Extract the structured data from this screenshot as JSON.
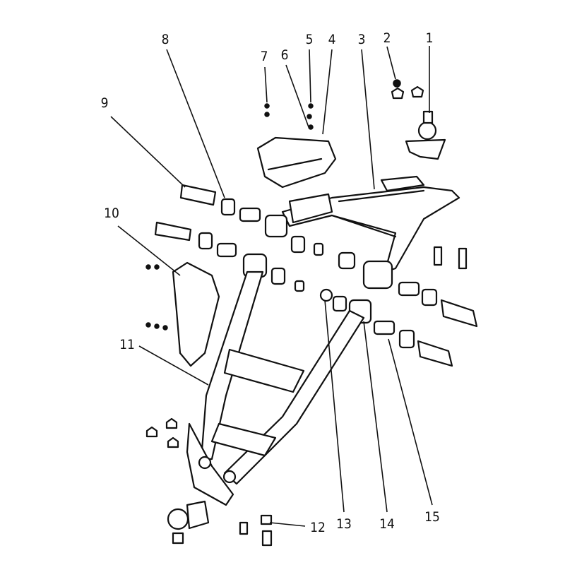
{
  "diagram": {
    "type": "exploded-parts-diagram",
    "callouts": [
      "1",
      "2",
      "3",
      "4",
      "5",
      "6",
      "7",
      "8",
      "9",
      "10",
      "11",
      "12",
      "13",
      "14",
      "15"
    ]
  }
}
